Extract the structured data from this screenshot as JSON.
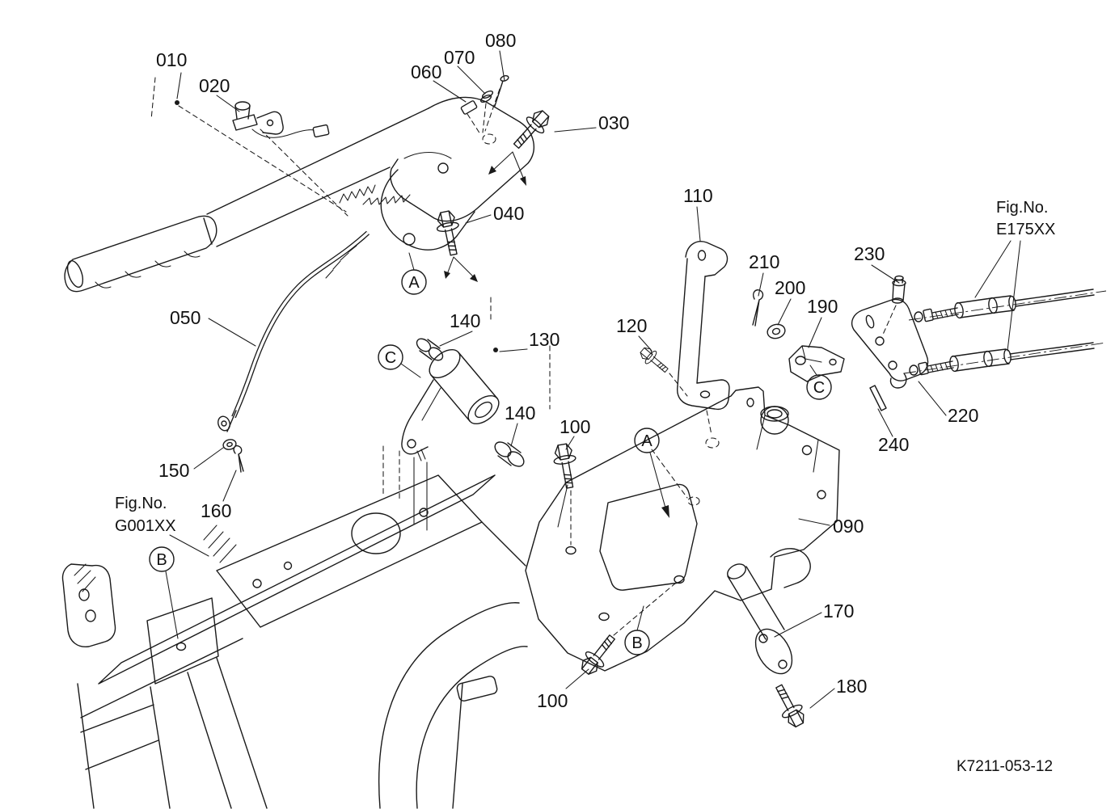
{
  "diagram": {
    "type": "exploded-parts-diagram",
    "drawing_code": "K7211-053-12",
    "colors": {
      "line": "#1a1a1a",
      "background": "#ffffff"
    },
    "part_labels": {
      "p010": "010",
      "p020": "020",
      "p030": "030",
      "p040": "040",
      "p050": "050",
      "p060": "060",
      "p070": "070",
      "p080": "080",
      "p090": "090",
      "p100a": "100",
      "p100b": "100",
      "p110": "110",
      "p120": "120",
      "p130": "130",
      "p140a": "140",
      "p140b": "140",
      "p150": "150",
      "p160": "160",
      "p170": "170",
      "p180": "180",
      "p190": "190",
      "p200": "200",
      "p210": "210",
      "p220": "220",
      "p230": "230",
      "p240": "240"
    },
    "figure_references": {
      "e175": {
        "prefix": "Fig.No.",
        "code": "E175XX"
      },
      "g001": {
        "prefix": "Fig.No.",
        "code": "G001XX"
      }
    },
    "view_markers": {
      "a": "A",
      "b": "B",
      "c": "C"
    }
  }
}
